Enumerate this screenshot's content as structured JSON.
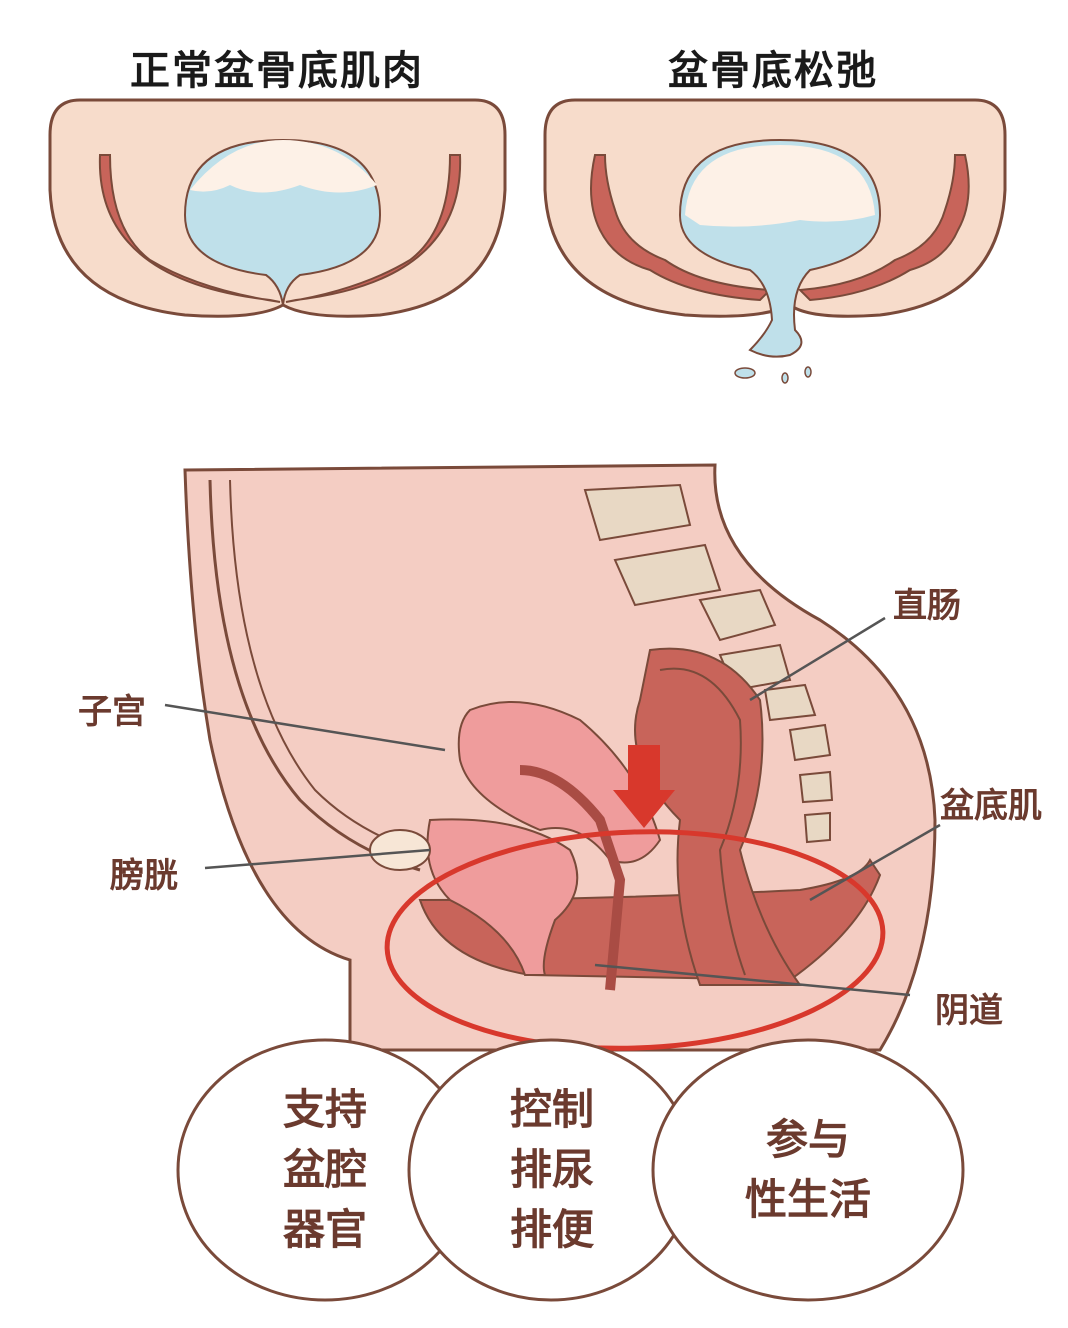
{
  "titles": {
    "normal": "正常盆骨底肌肉",
    "relaxed": "盆骨底松弛"
  },
  "labels": {
    "rectum": "直肠",
    "uterus": "子宫",
    "pelvic_floor": "盆底肌",
    "bladder": "膀胱",
    "vagina": "阴道"
  },
  "functions": [
    {
      "lines": [
        "支持",
        "盆腔",
        "器官"
      ]
    },
    {
      "lines": [
        "控制",
        "排尿",
        "排便"
      ]
    },
    {
      "lines": [
        "参与",
        "性生活"
      ]
    }
  ],
  "colors": {
    "skin": "#f7dccb",
    "outline": "#7a4a3a",
    "muscle": "#c8645a",
    "bladder_fluid": "#bfe0ea",
    "highlight": "#d8382c"
  }
}
